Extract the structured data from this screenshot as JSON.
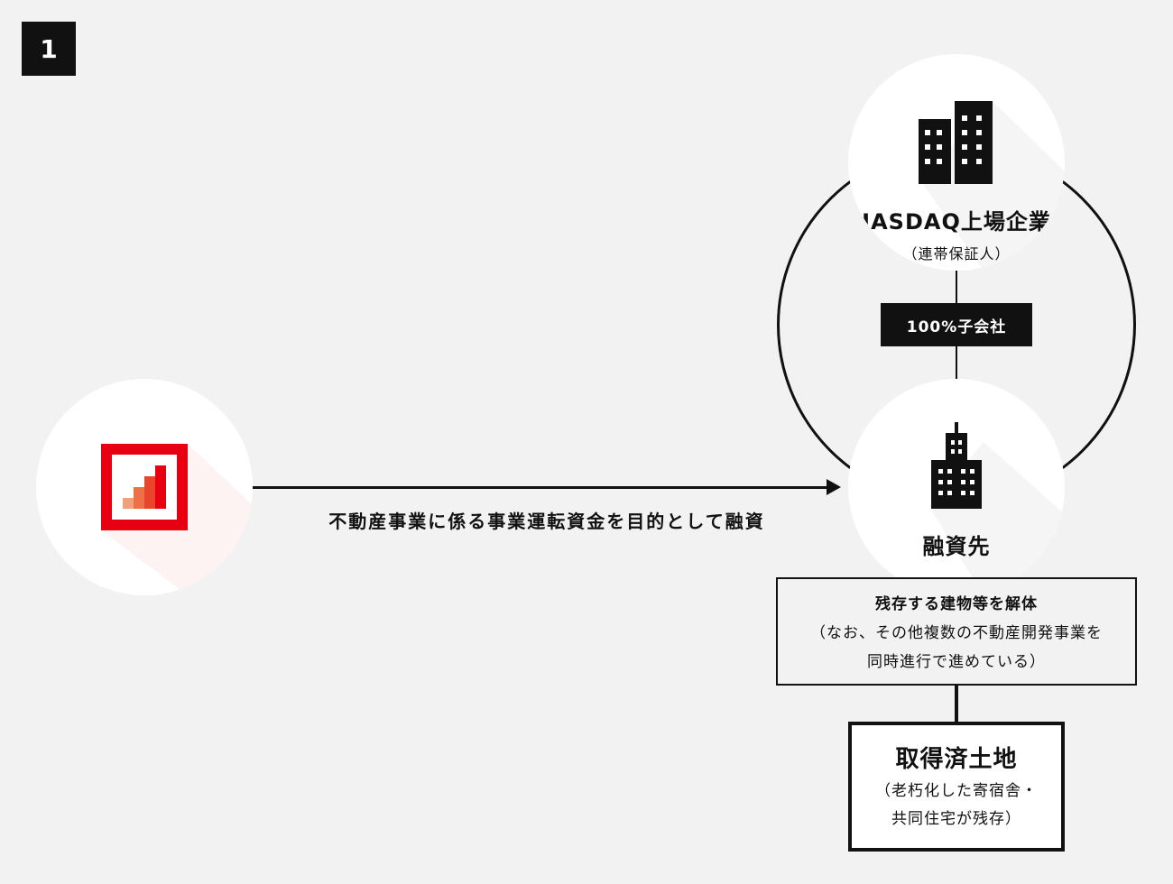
{
  "step_number": "1",
  "lender": {
    "icon": "bar-chart-logo",
    "accent": "#e60012"
  },
  "arrow_label": "不動産事業に係る事業運転資金を目的として融資",
  "guarantor": {
    "title": "JASDAQ上場企業",
    "subtitle": "（連帯保証人）"
  },
  "relationship": "100%子会社",
  "borrower": {
    "title": "融資先"
  },
  "activity": {
    "title": "残存する建物等を解体",
    "line2": "（なお、その他複数の不動産開発事業を",
    "line3": "同時進行で進めている）"
  },
  "collateral": {
    "title": "取得済土地",
    "line2": "（老朽化した寄宿舎・",
    "line3": "共同住宅が残存）"
  }
}
